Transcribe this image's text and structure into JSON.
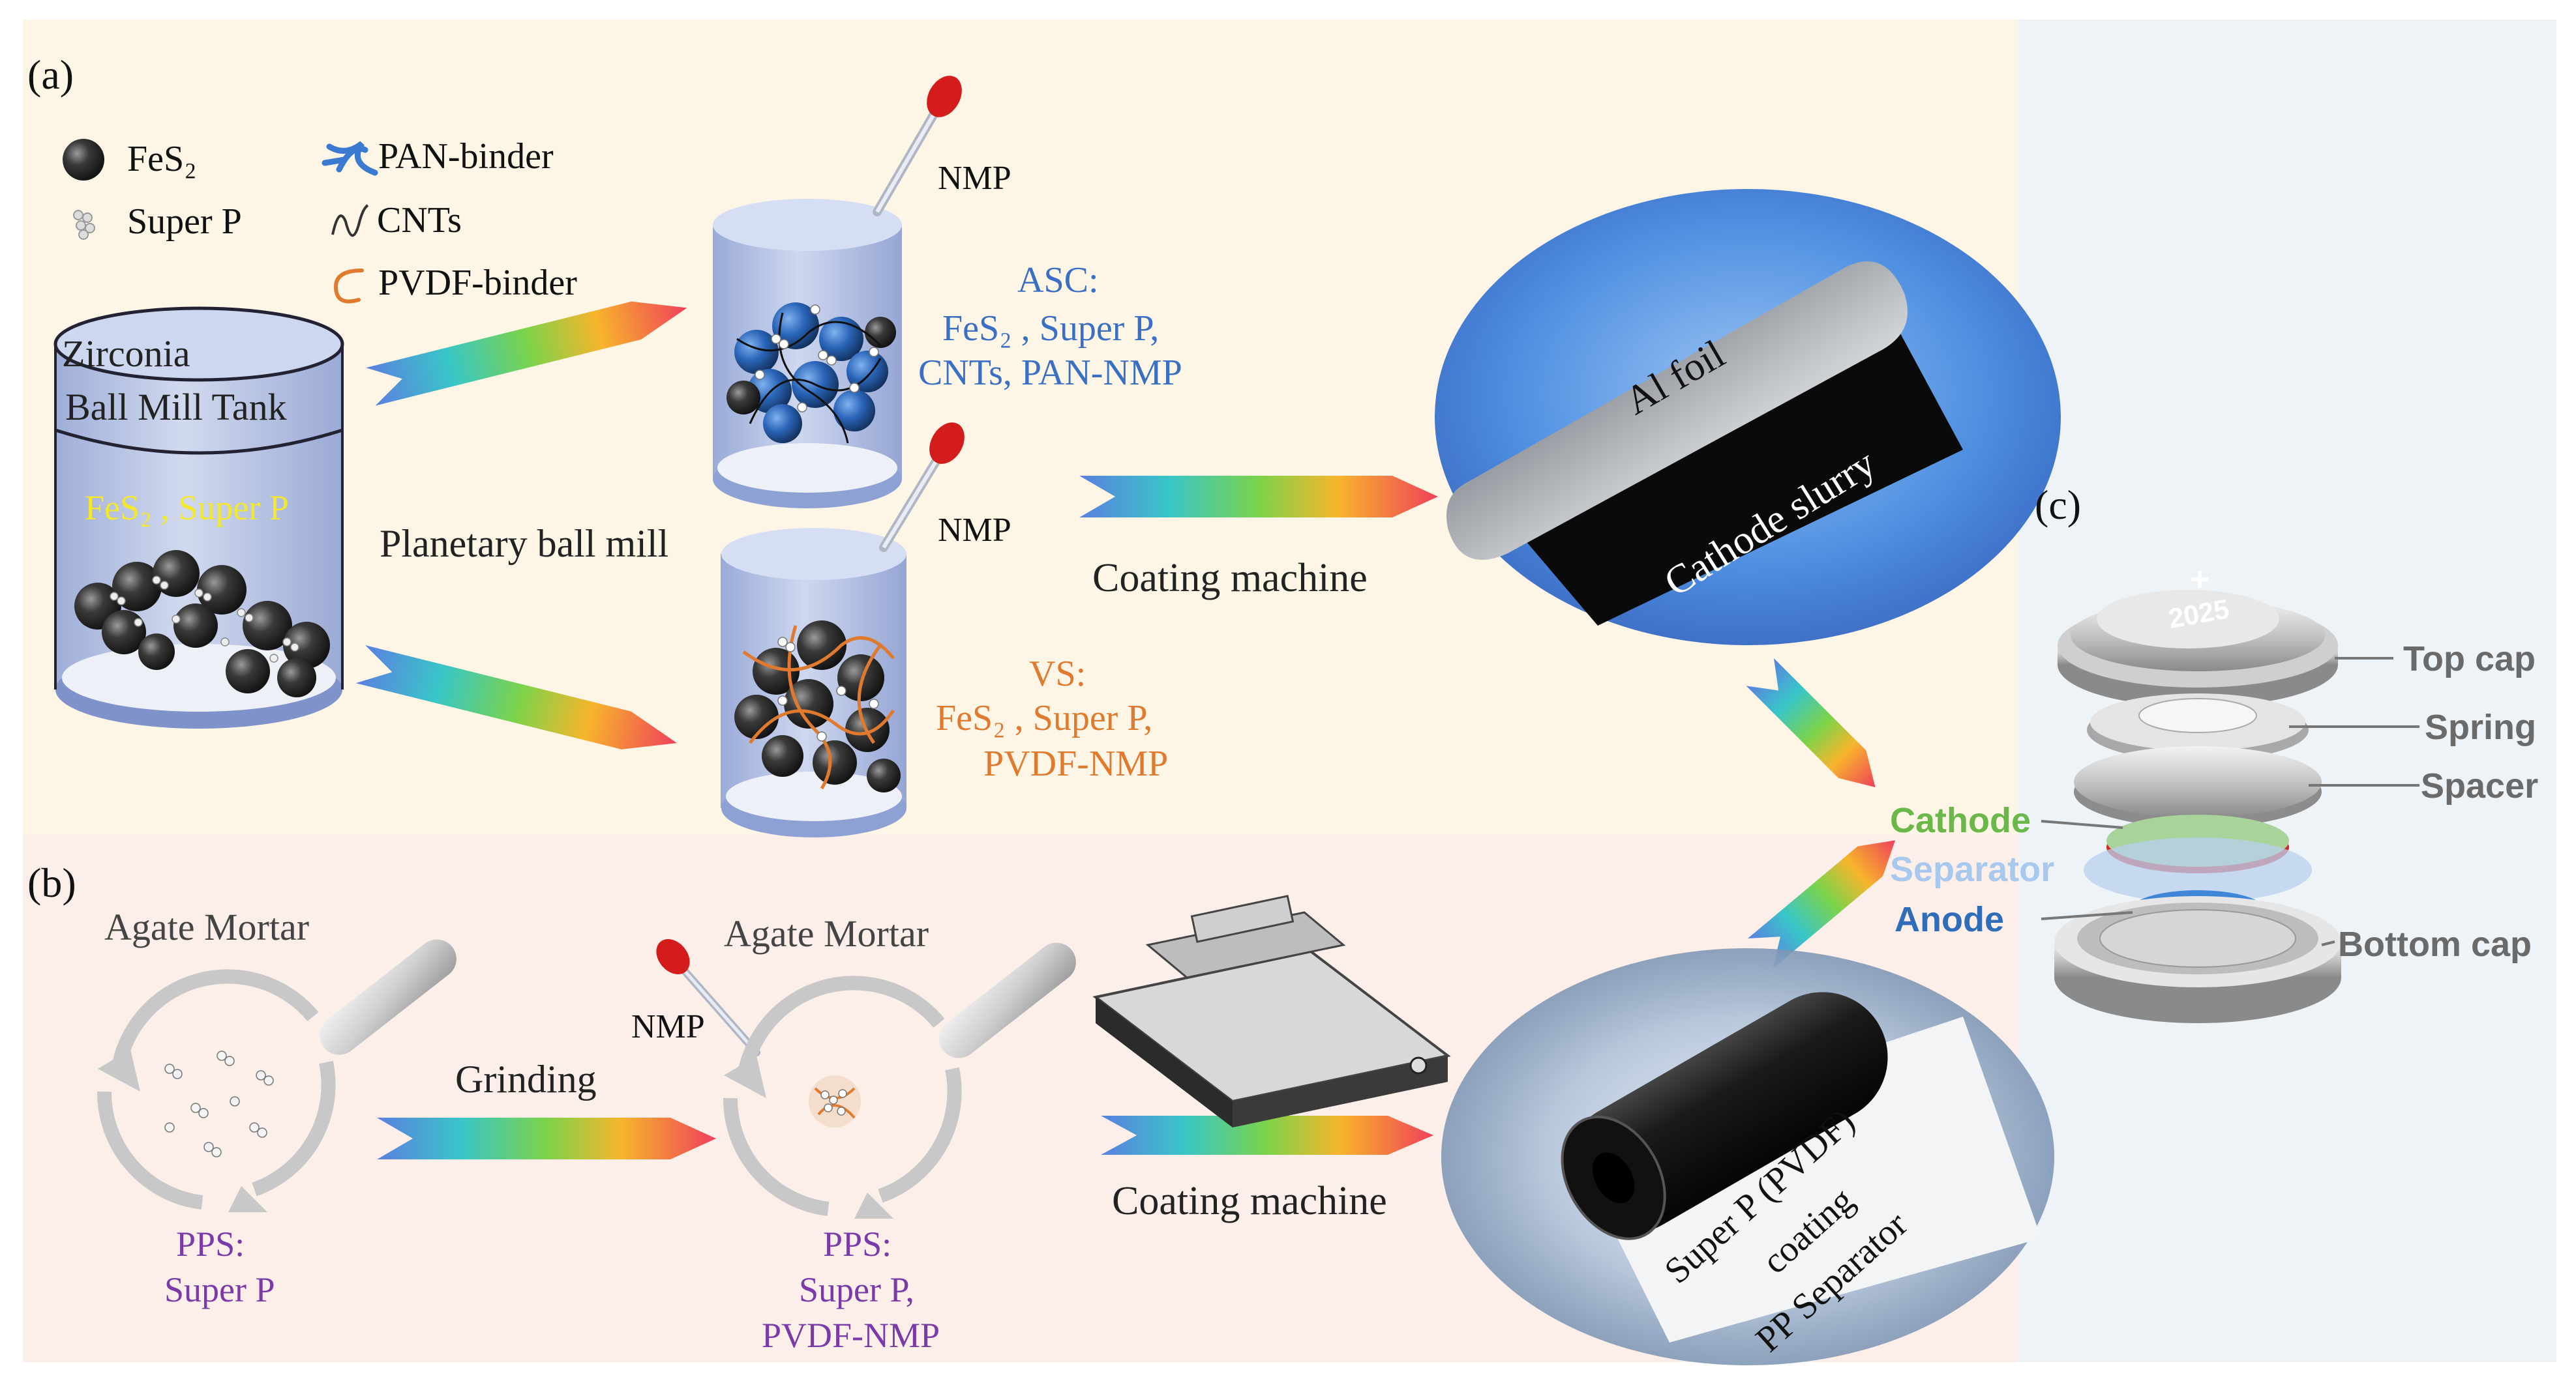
{
  "panels": {
    "a": "(a)",
    "b": "(b)",
    "c": "(c)"
  },
  "legend": {
    "fes2": "FeS₂",
    "super_p": "Super P",
    "pan_binder": "PAN-binder",
    "cnts": "CNTs",
    "pvdf_binder": "PVDF-binder"
  },
  "tank": {
    "line1": "Zirconia",
    "line2": "Ball Mill Tank",
    "contents": "FeS₂ , Super P"
  },
  "process": {
    "planetary": "Planetary ball mill",
    "nmp_top": "NMP",
    "nmp_mid": "NMP",
    "nmp_b": "NMP",
    "coating_a": "Coating machine",
    "coating_b": "Coating machine",
    "grinding": "Grinding"
  },
  "asc": {
    "title": "ASC:",
    "line1": "FeS₂ , Super P,",
    "line2": "CNTs, PAN-NMP"
  },
  "vs": {
    "title": "VS:",
    "line1": "FeS₂ , Super P,",
    "line2": "PVDF-NMP"
  },
  "foil": {
    "al": "Al foil",
    "slurry": "Cathode slurry"
  },
  "mortar": {
    "left_title": "Agate Mortar",
    "right_title": "Agate Mortar",
    "pps1_title": "PPS:",
    "pps1_line": "Super P",
    "pps2_title": "PPS:",
    "pps2_line1": "Super P,",
    "pps2_line2": "PVDF-NMP"
  },
  "separator_roll": {
    "line1": "Super P (PVDF)",
    "line2": "coating",
    "line3": "PP Separator"
  },
  "coin_cell": {
    "top_cap": "Top cap",
    "spring": "Spring",
    "spacer": "Spacer",
    "cathode": "Cathode",
    "separator": "Separator",
    "anode": "Anode",
    "bottom_cap": "Bottom cap",
    "cap_mark": "2025",
    "plus": "+"
  },
  "colors": {
    "asc_blue": "#3a6fc4",
    "vs_orange": "#e07a2e",
    "pps_purple": "#7a3aa8",
    "tank_yellow": "#f3e82a",
    "cathode_green": "#6ab84a",
    "separator_blue": "#a9c8ee",
    "anode_blue": "#2f6db8",
    "label_gray": "#6a6a6a"
  }
}
